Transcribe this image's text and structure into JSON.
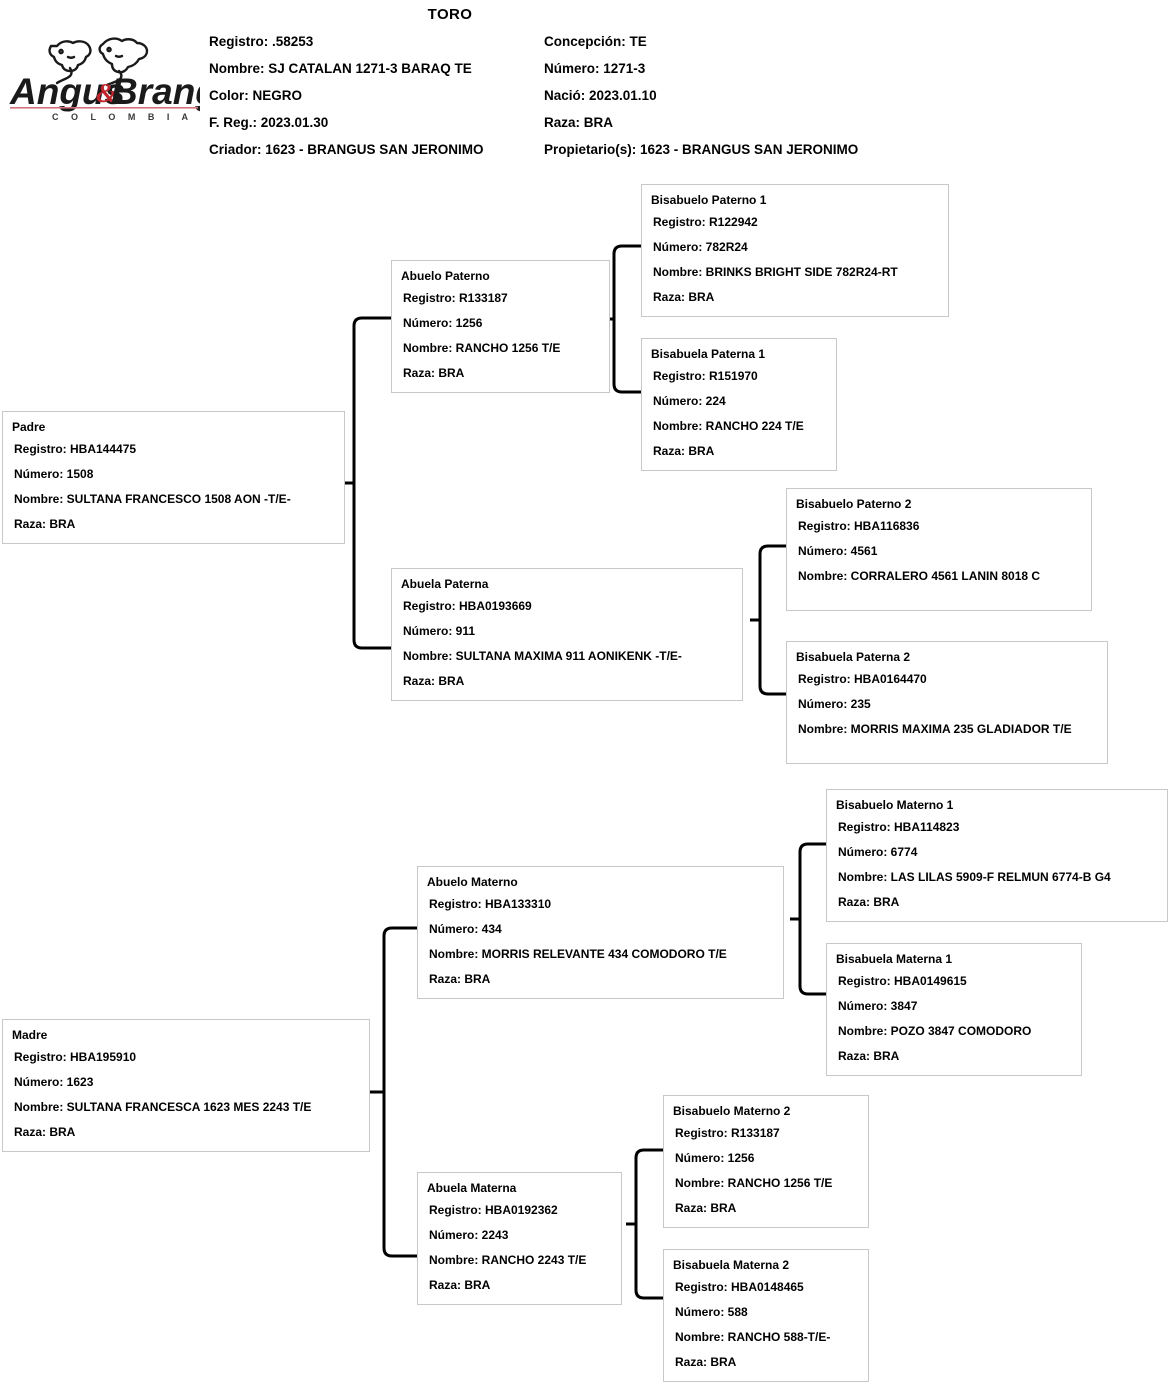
{
  "document": {
    "title": "TORO",
    "logo": {
      "word1": "Angus",
      "amp": "&",
      "word2": "Brangus",
      "subtitle": "C O L O M B I A",
      "icon": "two-cattle-heads-icon"
    }
  },
  "header": {
    "rows": [
      {
        "left": "Registro: .58253",
        "right": "Concepción: TE"
      },
      {
        "left": "Nombre:  SJ CATALAN 1271-3 BARAQ TE",
        "right": "Número: 1271-3"
      },
      {
        "left": "Color: NEGRO",
        "right": "Nació: 2023.01.10"
      },
      {
        "left": "F. Reg.: 2023.01.30",
        "right": "Raza: BRA"
      },
      {
        "left": "Criador: 1623 - BRANGUS SAN JERONIMO",
        "right": "Propietario(s): 1623 - BRANGUS SAN JERONIMO"
      }
    ]
  },
  "pedigree": {
    "padre": {
      "title": "Padre",
      "registro": "Registro: HBA144475",
      "numero": "Número: 1508",
      "nombre": "Nombre: SULTANA FRANCESCO 1508 AON -T/E-",
      "raza": "Raza: BRA"
    },
    "abuelo_paterno": {
      "title": "Abuelo Paterno",
      "registro": "Registro: R133187",
      "numero": "Número: 1256",
      "nombre": "Nombre: RANCHO 1256 T/E",
      "raza": "Raza: BRA"
    },
    "abuela_paterna": {
      "title": "Abuela Paterna",
      "registro": "Registro: HBA0193669",
      "numero": "Número: 911",
      "nombre": "Nombre: SULTANA MAXIMA 911 AONIKENK -T/E-",
      "raza": "Raza: BRA"
    },
    "bisabuelo_paterno_1": {
      "title": "Bisabuelo Paterno 1",
      "registro": "Registro: R122942",
      "numero": "Número: 782R24",
      "nombre": "Nombre: BRINKS BRIGHT SIDE 782R24-RT",
      "raza": "Raza: BRA"
    },
    "bisabuela_paterna_1": {
      "title": "Bisabuela Paterna 1",
      "registro": "Registro: R151970",
      "numero": "Número: 224",
      "nombre": "Nombre: RANCHO 224 T/E",
      "raza": "Raza: BRA"
    },
    "bisabuelo_paterno_2": {
      "title": "Bisabuelo Paterno 2",
      "registro": "Registro: HBA116836",
      "numero": "Número: 4561",
      "nombre": "Nombre: CORRALERO 4561 LANIN 8018 C",
      "raza": ""
    },
    "bisabuela_paterna_2": {
      "title": "Bisabuela Paterna 2",
      "registro": "Registro: HBA0164470",
      "numero": "Número: 235",
      "nombre": "Nombre: MORRIS MAXIMA 235 GLADIADOR T/E",
      "raza": ""
    },
    "madre": {
      "title": "Madre",
      "registro": "Registro: HBA195910",
      "numero": "Número: 1623",
      "nombre": "Nombre: SULTANA FRANCESCA 1623 MES 2243 T/E",
      "raza": "Raza: BRA"
    },
    "abuelo_materno": {
      "title": "Abuelo Materno",
      "registro": "Registro: HBA133310",
      "numero": "Número: 434",
      "nombre": "Nombre: MORRIS RELEVANTE 434 COMODORO T/E",
      "raza": "Raza: BRA"
    },
    "abuela_materna": {
      "title": "Abuela Materna",
      "registro": "Registro: HBA0192362",
      "numero": "Número: 2243",
      "nombre": "Nombre: RANCHO 2243 T/E",
      "raza": "Raza: BRA"
    },
    "bisabuelo_materno_1": {
      "title": "Bisabuelo Materno 1",
      "registro": "Registro: HBA114823",
      "numero": "Número: 6774",
      "nombre": "Nombre: LAS LILAS 5909-F RELMUN 6774-B G4",
      "raza": "Raza: BRA"
    },
    "bisabuela_materna_1": {
      "title": "Bisabuela Materna 1",
      "registro": "Registro: HBA0149615",
      "numero": "Número: 3847",
      "nombre": "Nombre: POZO 3847 COMODORO",
      "raza": "Raza: BRA"
    },
    "bisabuelo_materno_2": {
      "title": "Bisabuelo Materno 2",
      "registro": "Registro: R133187",
      "numero": "Número: 1256",
      "nombre": "Nombre: RANCHO 1256 T/E",
      "raza": "Raza: BRA"
    },
    "bisabuela_materna_2": {
      "title": "Bisabuela Materna 2",
      "registro": "Registro: HBA0148465",
      "numero": "Número: 588",
      "nombre": "Nombre: RANCHO 588-T/E-",
      "raza": "Raza: BRA"
    }
  },
  "colors": {
    "box_border": "#c8c8c8",
    "connector": "#000000",
    "logo_accent": "#c0242c",
    "text": "#000000",
    "background": "#ffffff"
  }
}
